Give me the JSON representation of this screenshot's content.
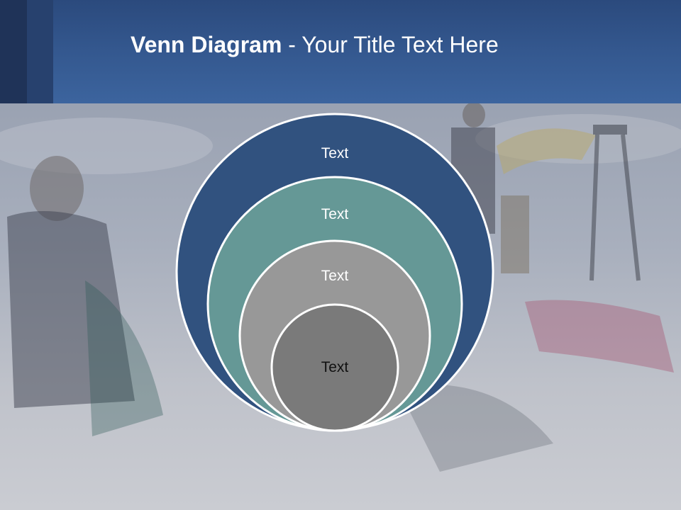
{
  "slide": {
    "title_bold": "Venn Diagram",
    "title_rest": " - Your Title Text Here"
  },
  "diagram": {
    "circles": [
      {
        "label": "Text",
        "fill": "#31527f",
        "text_color": "#ffffff"
      },
      {
        "label": "Text",
        "fill": "#659896",
        "text_color": "#ffffff"
      },
      {
        "label": "Text",
        "fill": "#989898",
        "text_color": "#ffffff"
      },
      {
        "label": "Text",
        "fill": "#7a7a7a",
        "text_color": "#111111"
      }
    ],
    "outline_color": "#ffffff"
  }
}
